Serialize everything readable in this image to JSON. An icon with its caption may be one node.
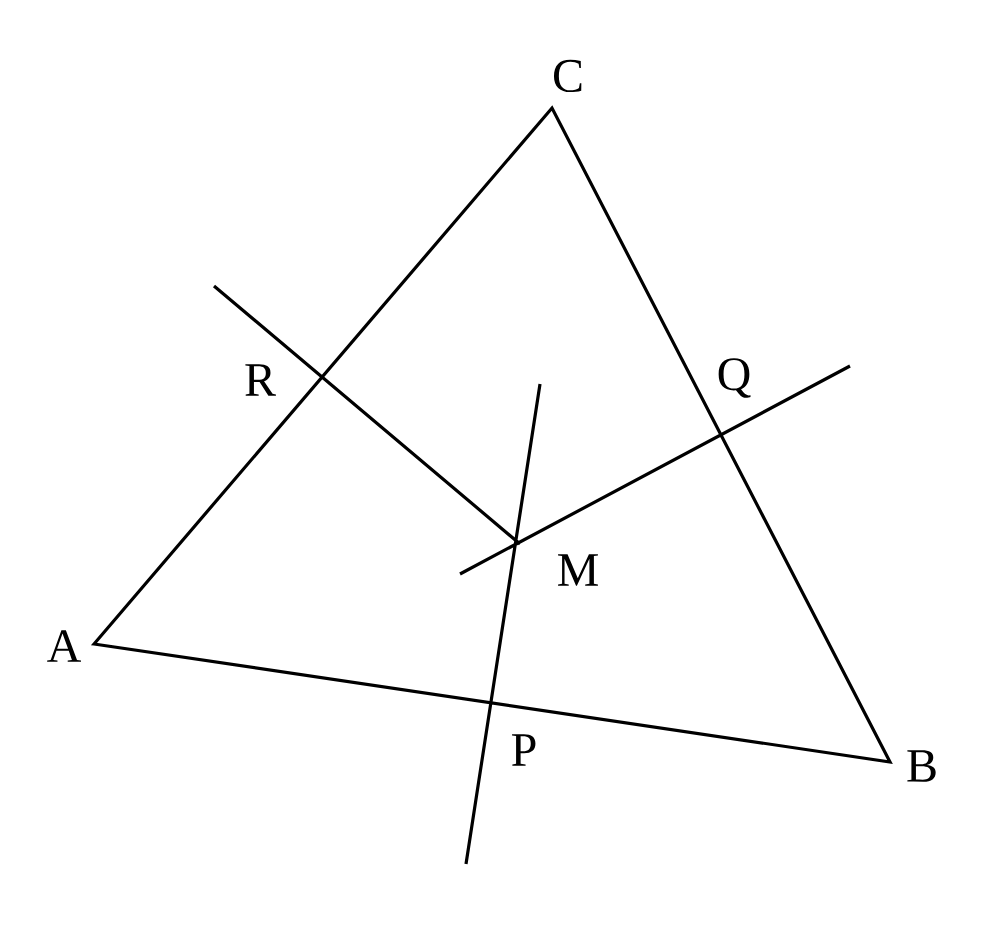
{
  "diagram": {
    "labels": [
      "C",
      "R",
      "Q",
      "M",
      "A",
      "P",
      "B"
    ]
  }
}
